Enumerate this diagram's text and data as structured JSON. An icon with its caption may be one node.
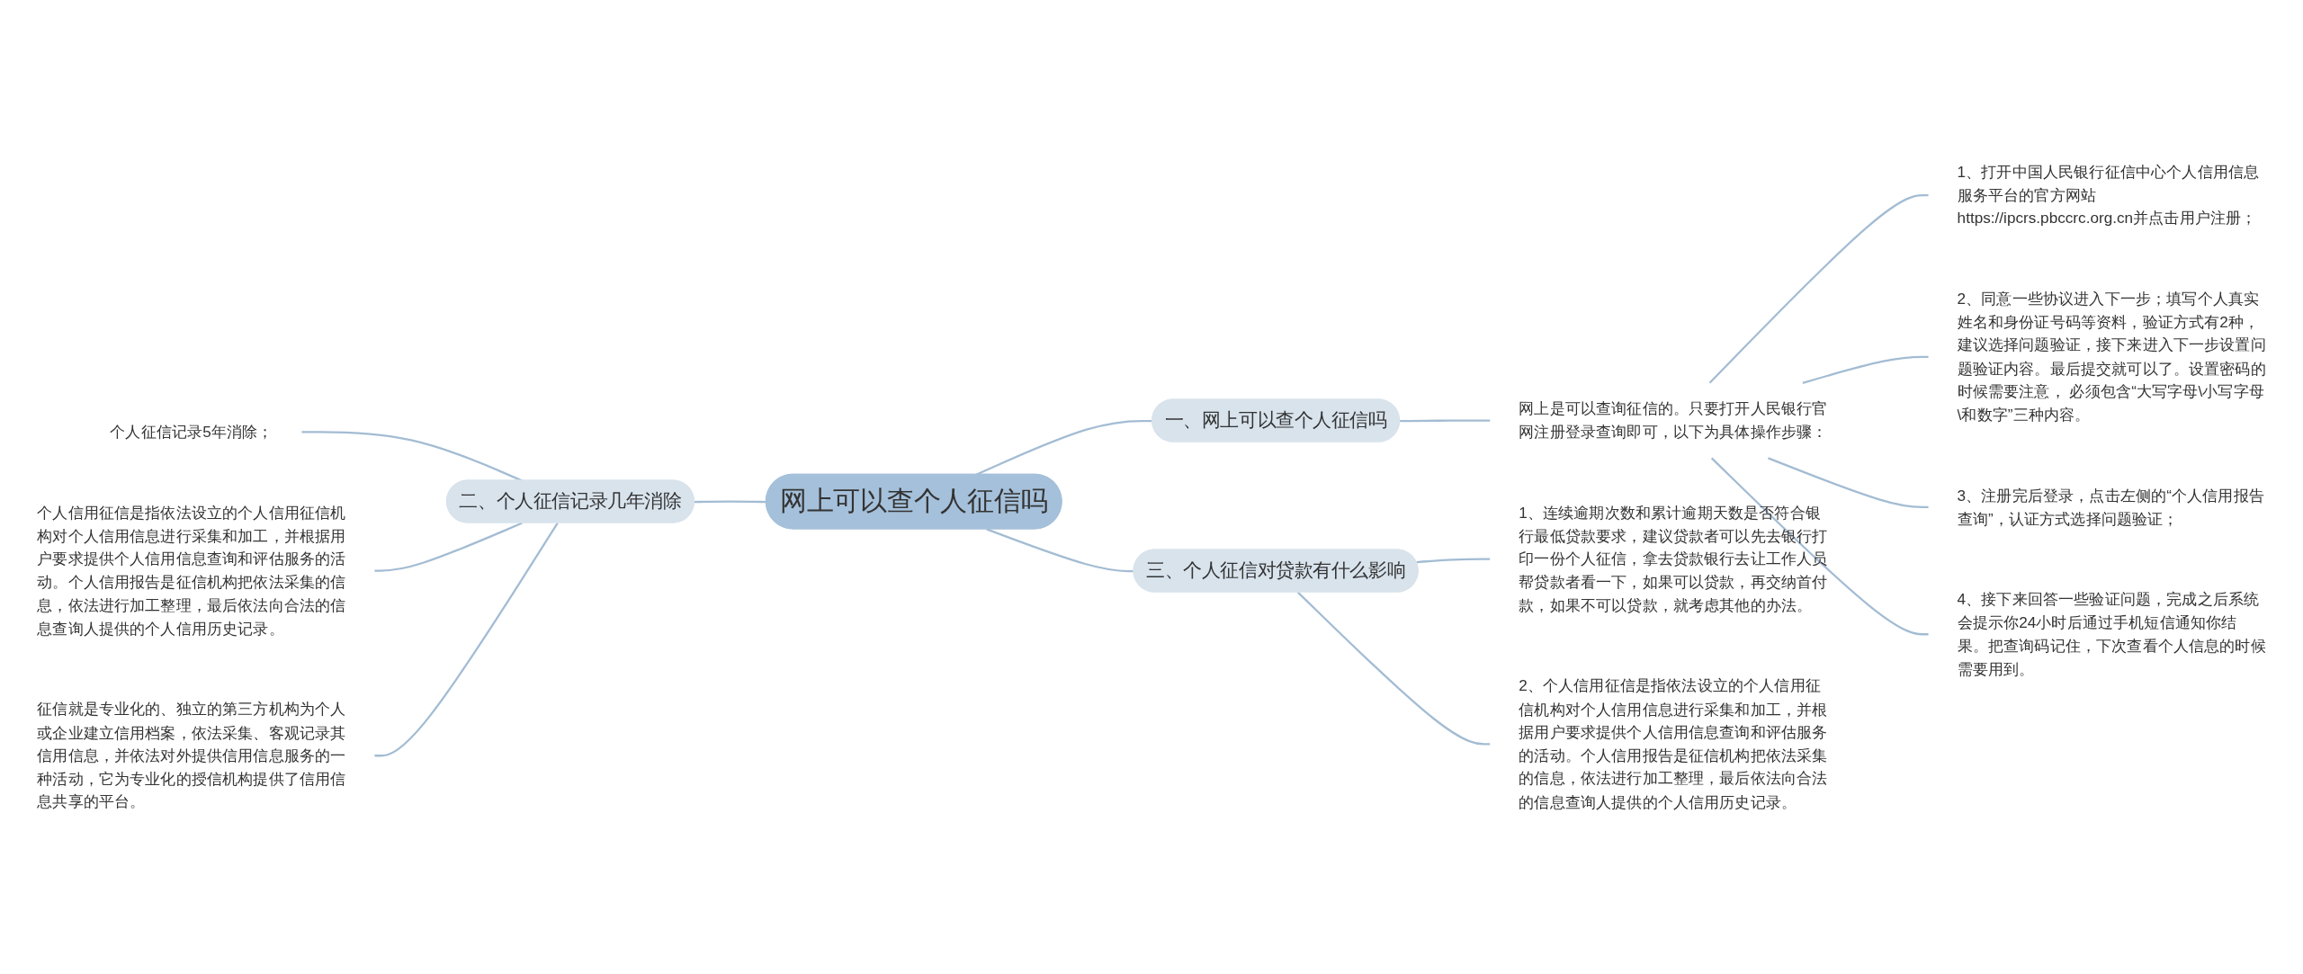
{
  "diagram": {
    "nodes": [
      {
        "text": [
          "网上可以查个人征信吗"
        ]
      },
      {
        "text": [
          "一、网上可以查个人征信吗"
        ]
      },
      {
        "text": [
          "网上是可以查询征信的。只要打开人民银行官网注册登录查询即可，以下为具体操作步骤："
        ]
      },
      {
        "text": [
          "1、打开中国人民银行征信中心个人信用信息服务平台的官方网站https://ipcrs.pbccrc.org.cn并点击用户注册；"
        ]
      },
      {
        "text": [
          "2、同意一些协议进入下一步；填写个人真实姓名和身份证号码等资料，验证方式有2种，建议选择问题验证，接下来进入下一步设置问题验证内容。最后提交就可以了。设置密码的时候需要注意， 必须包含“大写字母\\小写字母\\和数字”三种内容。"
        ]
      },
      {
        "text": [
          "3、注册完后登录，点击左侧的“个人信用报告查询”，认证方式选择问题验证；"
        ]
      },
      {
        "text": [
          "4、接下来回答一些验证问题，完成之后系统会提示你24小时后通过手机短信通知你结果。把查询码记住，下次查看个人信息的时候需要用到。"
        ]
      },
      {
        "text": [
          "二、个人征信记录几年消除"
        ]
      },
      {
        "text": [
          "个人征信记录5年消除；"
        ]
      },
      {
        "text": [
          "个人信用征信是指依法设立的个人信用征信机构对个人信用信息进行采集和加工，并根据用户要求提供个人信用信息查询和评估服务的活动。个人信用报告是征信机构把依法采集的信息，依法进行加工整理，最后依法向合法的信息查询人提供的个人信用历史记录。"
        ]
      },
      {
        "text": [
          "征信就是专业化的、独立的第三方机构为个人或企业建立信用档案，依法采集、客观记录其信用信息，并依法对外提供信用信息服务的一种活动，它为专业化的授信机构提供了信用信息共享的平台。"
        ]
      },
      {
        "text": [
          "三、个人征信对贷款有什么影响"
        ]
      },
      {
        "text": [
          "1、连续逾期次数和累计逾期天数是否符合银行最低贷款要求，建议贷款者可以先去银行打印一份个人征信，拿去贷款银行去让工作人员帮贷款者看一下，如果可以贷款，再交纳首付款，如果不可以贷款，就考虑其他的办法。"
        ]
      },
      {
        "text": [
          "2、个人信用征信是指依法设立的个人信用征信机构对个人信用信息进行采集和加工，并根据用户要求提供个人信用信息查询和评估服务的活动。个人信用报告是征信机构把依法采集的信息，依法进行加工整理，最后依法向合法的信息查询人提供的个人信用历史记录。"
        ]
      }
    ],
    "edges": [
      {
        "from": 0,
        "to": 1,
        "arrow": "none"
      },
      {
        "from": 1,
        "to": 2,
        "arrow": "none"
      },
      {
        "from": 2,
        "to": 3,
        "arrow": "none"
      },
      {
        "from": 2,
        "to": 4,
        "arrow": "none"
      },
      {
        "from": 2,
        "to": 5,
        "arrow": "none"
      },
      {
        "from": 2,
        "to": 6,
        "arrow": "none"
      },
      {
        "from": 0,
        "to": 7,
        "arrow": "none"
      },
      {
        "from": 7,
        "to": 8,
        "arrow": "none"
      },
      {
        "from": 7,
        "to": 9,
        "arrow": "none"
      },
      {
        "from": 7,
        "to": 10,
        "arrow": "none"
      },
      {
        "from": 0,
        "to": 11,
        "arrow": "none"
      },
      {
        "from": 11,
        "to": 12,
        "arrow": "none"
      },
      {
        "from": 11,
        "to": 13,
        "arrow": "none"
      }
    ]
  }
}
